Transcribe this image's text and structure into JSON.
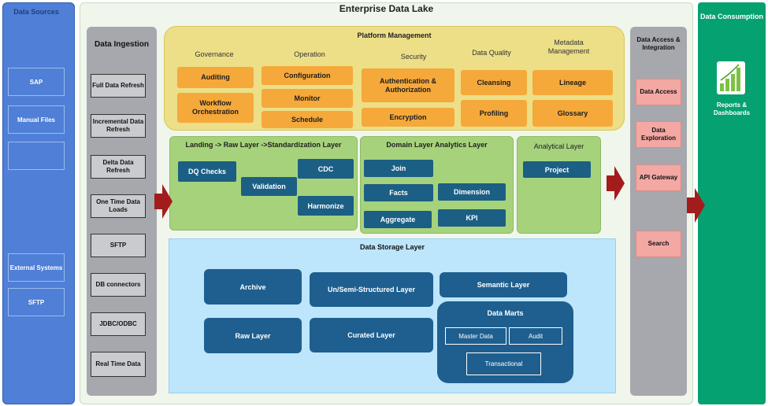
{
  "data_sources": {
    "title": "Data Sources",
    "items": [
      "SAP",
      "Manual Files",
      "",
      "External Systems",
      "SFTP"
    ]
  },
  "lake": {
    "title": "Enterprise Data Lake"
  },
  "ingestion": {
    "title": "Data Ingestion",
    "items": [
      "Full Data Refresh",
      "Incremental Data Refresh",
      "Delta Data Refresh",
      "One Time Data Loads",
      "SFTP",
      "DB connectors",
      "JDBC/ODBC",
      "Real Time Data"
    ]
  },
  "platform": {
    "title": "Platform Management",
    "columns": [
      "Governance",
      "Operation",
      "Security",
      "Data Quality",
      "Metadata Management"
    ],
    "governance": [
      "Auditing",
      "Workflow Orchestration"
    ],
    "operation": [
      "Configuration",
      "Monitor",
      "Schedule"
    ],
    "security": [
      "Authentication & Authorization",
      "Encryption"
    ],
    "data_quality": [
      "Cleansing",
      "Profiling"
    ],
    "metadata": [
      "Lineage",
      "Glossary"
    ]
  },
  "landing": {
    "title": "Landing -> Raw Layer ->Standardization Layer",
    "items": [
      "DQ Checks",
      "Validation",
      "CDC",
      "Harmonize"
    ]
  },
  "domain": {
    "title": "Domain Layer Analytics Layer",
    "items": [
      "Join",
      "Facts",
      "Dimension",
      "Aggregate",
      "KPI"
    ]
  },
  "analytical": {
    "title": "Analytical Layer",
    "items": [
      "Project"
    ]
  },
  "storage": {
    "title": "Data Storage Layer",
    "items": [
      "Archive",
      "Un/Semi-Structured Layer",
      "Semantic Layer",
      "Raw Layer",
      "Curated Layer"
    ],
    "marts": {
      "title": "Data Marts",
      "items": [
        "Master Data",
        "Audit",
        "Transactional"
      ]
    }
  },
  "access": {
    "title": "Data Access & Integration",
    "items": [
      "Data Access",
      "Data Exploration",
      "API Gateway",
      "Search"
    ]
  },
  "consumption": {
    "title": "Data Consumption",
    "label": "Reports & Dashboards"
  },
  "colors": {
    "sources": "#4f7fd6",
    "lake_bg": "#f0f6ec",
    "ingestion": "#a6a8ad",
    "platform": "#ecdf88",
    "orange": "#f5a93b",
    "green": "#a6d27c",
    "navy": "#1b5f84",
    "storage": "#bde5fb",
    "pink": "#f3a8a4",
    "consumption": "#05a170",
    "arrow": "#a31c1c"
  },
  "icons": [
    "chart-report-icon",
    "flow-arrow-icon"
  ]
}
